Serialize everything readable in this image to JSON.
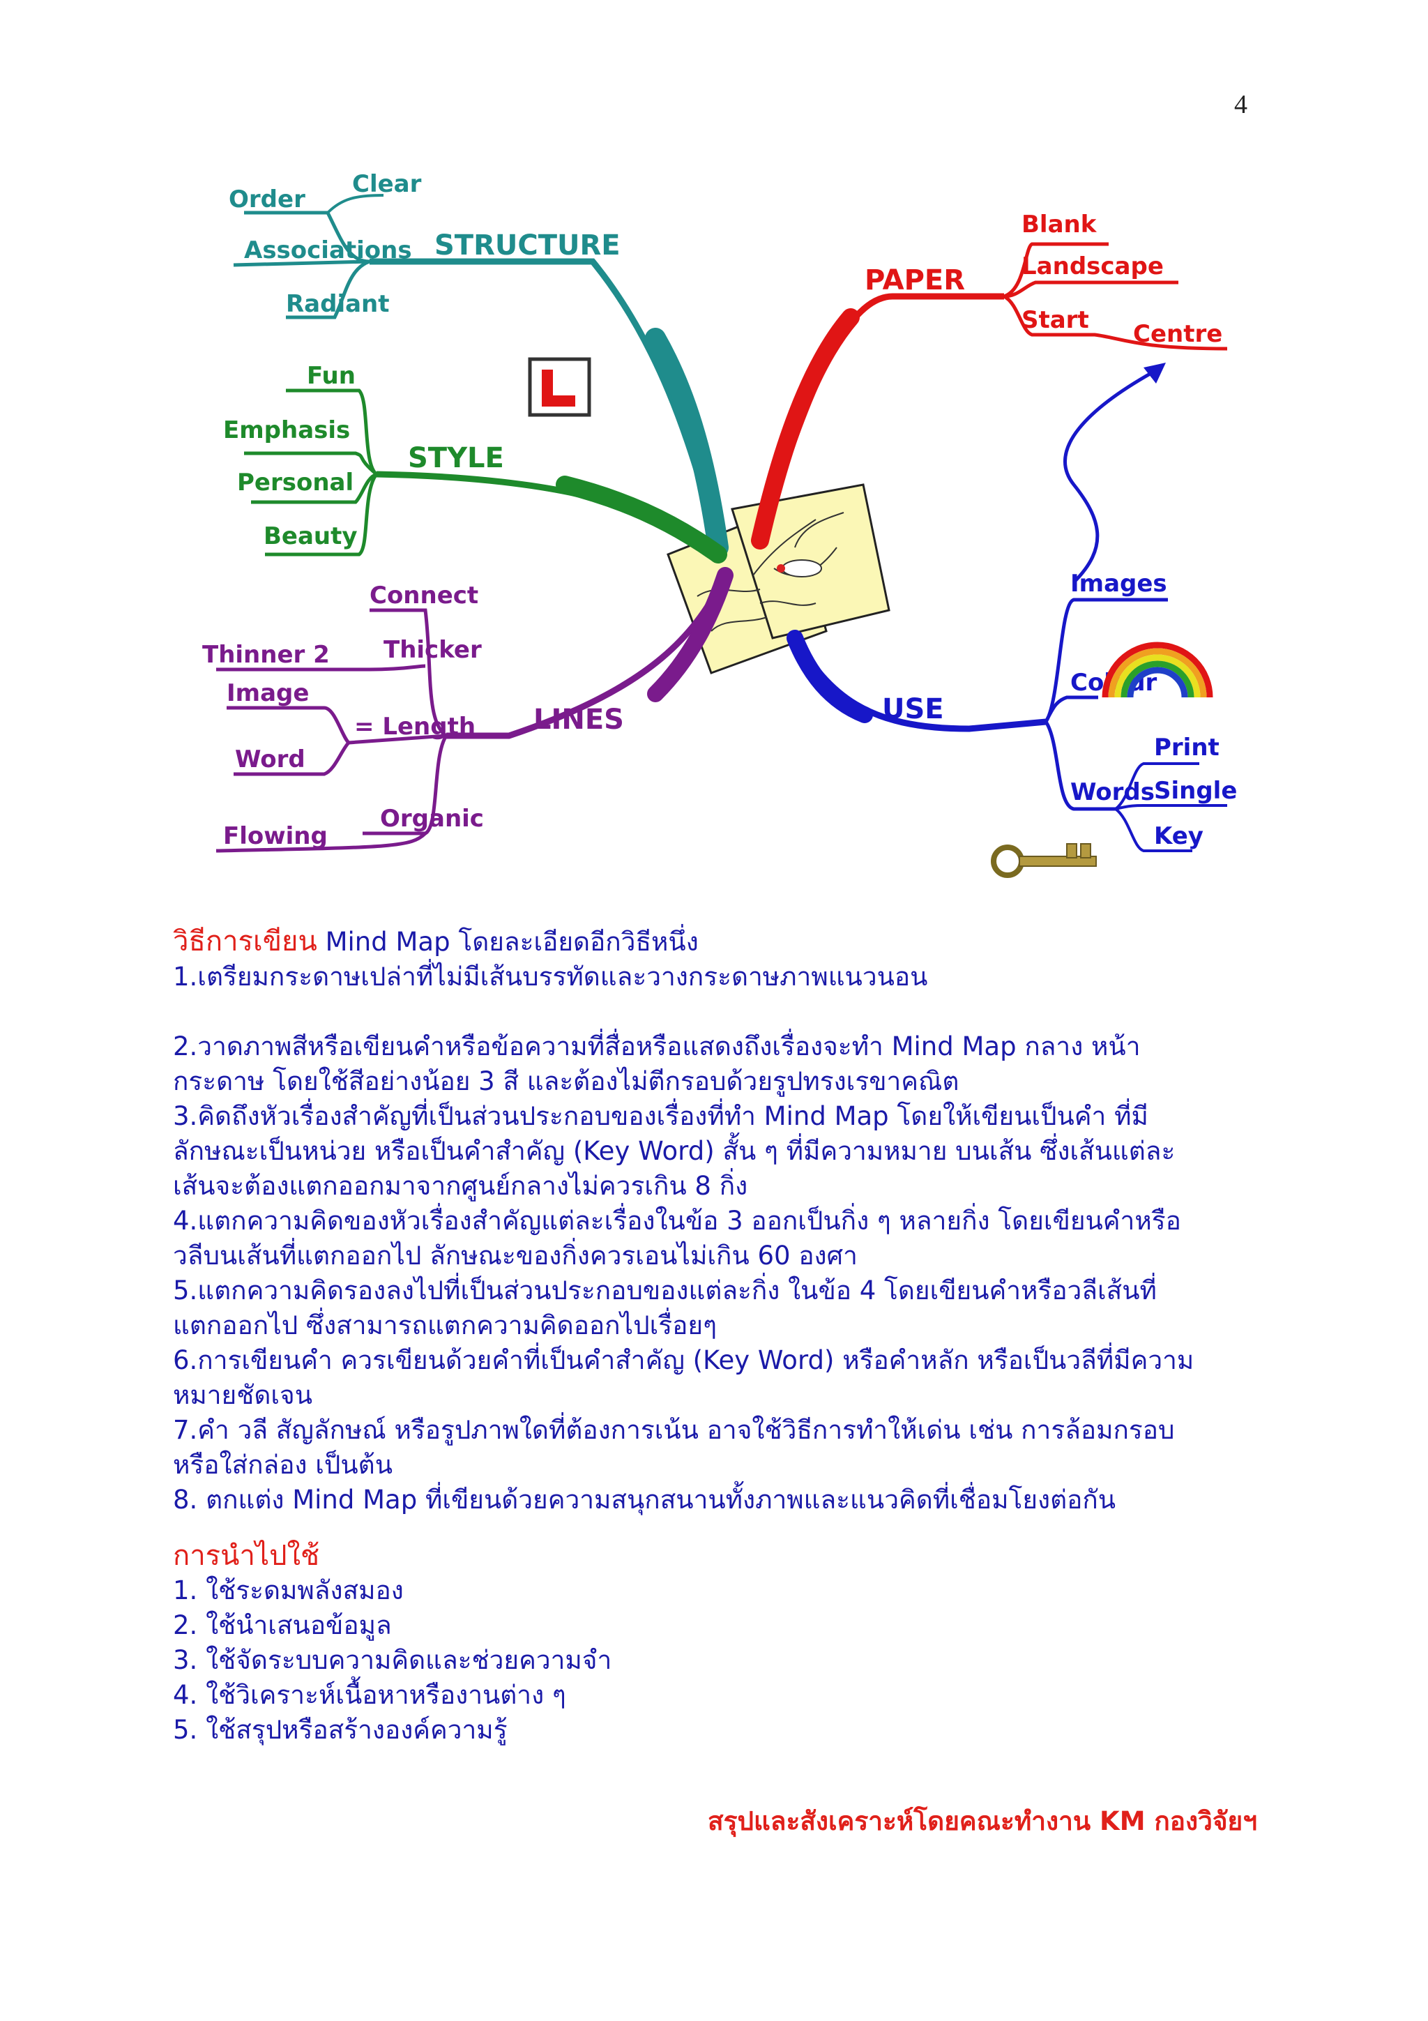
{
  "page": {
    "number": "4"
  },
  "mindmap": {
    "structure": {
      "title": "STRUCTURE",
      "items": [
        "Order",
        "Clear",
        "Associations",
        "Radiant"
      ]
    },
    "style": {
      "title": "STYLE",
      "items": [
        "Fun",
        "Emphasis",
        "Personal",
        "Beauty"
      ]
    },
    "lines": {
      "title": "LINES",
      "items": [
        "Connect",
        "Thinner 2",
        "Thicker",
        "Image",
        "= Length",
        "Word",
        "Organic",
        "Flowing"
      ]
    },
    "paper": {
      "title": "PAPER",
      "items": [
        "Blank",
        "Landscape",
        "Start",
        "Centre"
      ]
    },
    "use": {
      "title": "USE",
      "items": [
        "Images",
        "Colour",
        "Words",
        "Print",
        "Single",
        "Key"
      ]
    },
    "colors": {
      "structure": "#1f8c8c",
      "style": "#1e8a2b",
      "lines": "#7a1b8c",
      "paper": "#e01515",
      "use": "#1717c8"
    }
  },
  "section1": {
    "heading_red": "วิธีการเขียน",
    "heading_rest": " Mind Map โดยละเอียดอีกวิธีหนึ่ง",
    "lines": [
      "1.เตรียมกระดาษเปล่าที่ไม่มีเส้นบรรทัดและวางกระดาษภาพแนวนอน",
      "2.วาดภาพสีหรือเขียนคำหรือข้อความที่สื่อหรือแสดงถึงเรื่องจะทำ Mind Map กลาง      หน้า",
      "กระดาษ โดยใช้สีอย่างน้อย 3 สี และต้องไม่ตีกรอบด้วยรูปทรงเรขาคณิต",
      "3.คิดถึงหัวเรื่องสำคัญที่เป็นส่วนประกอบของเรื่องที่ทำ Mind Map โดยให้เขียนเป็นคำ ที่มี",
      "ลักษณะเป็นหน่วย หรือเป็นคำสำคัญ (Key Word) สั้น ๆ ที่มีความหมาย บนเส้น ซึ่งเส้นแต่ละ",
      "เส้นจะต้องแตกออกมาจากศูนย์กลางไม่ควรเกิน 8 กิ่ง",
      "4.แตกความคิดของหัวเรื่องสำคัญแต่ละเรื่องในข้อ 3 ออกเป็นกิ่ง ๆ หลายกิ่ง โดยเขียนคำหรือ",
      "วลีบนเส้นที่แตกออกไป ลักษณะของกิ่งควรเอนไม่เกิน 60 องศา",
      "5.แตกความคิดรองลงไปที่เป็นส่วนประกอบของแต่ละกิ่ง ในข้อ 4 โดยเขียนคำหรือวลีเส้นที่",
      "แตกออกไป ซึ่งสามารถแตกความคิดออกไปเรื่อยๆ",
      "6.การเขียนคำ ควรเขียนด้วยคำที่เป็นคำสำคัญ (Key Word) หรือคำหลัก หรือเป็นวลีที่มีความ",
      "หมายชัดเจน",
      "7.คำ วลี สัญลักษณ์ หรือรูปภาพใดที่ต้องการเน้น อาจใช้วิธีการทำให้เด่น เช่น การล้อมกรอบ",
      "หรือใส่กล่อง เป็นต้น",
      "8. ตกแต่ง Mind Map ที่เขียนด้วยความสนุกสนานทั้งภาพและแนวคิดที่เชื่อมโยงต่อกัน"
    ]
  },
  "section2": {
    "heading": "การนำไปใช้",
    "items": [
      "1. ใช้ระดมพลังสมอง",
      "2. ใช้นำเสนอข้อมูล",
      "3. ใช้จัดระบบความคิดและช่วยความจำ",
      "4. ใช้วิเคราะห์เนื้อหาหรืองานต่าง ๆ",
      "5. ใช้สรุปหรือสร้างองค์ความรู้"
    ]
  },
  "footer": {
    "text": "สรุปและสังเคราะห์โดยคณะทำงาน KM กองวิจัยฯ"
  }
}
